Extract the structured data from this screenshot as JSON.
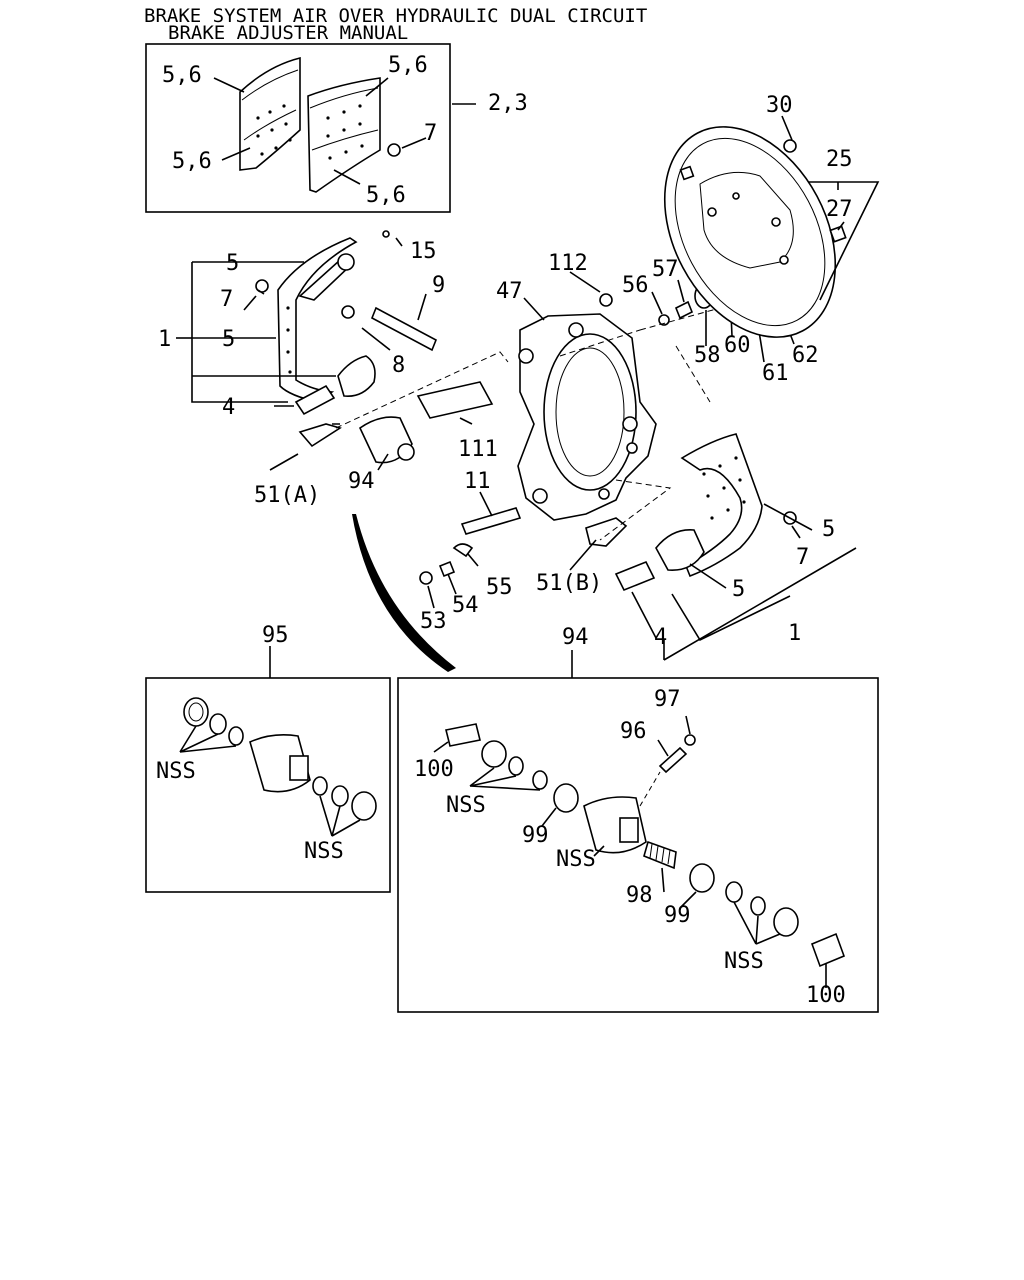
{
  "title": {
    "line1": "BRAKE SYSTEM AIR OVER HYDRAULIC DUAL CIRCUIT",
    "line2": "BRAKE ADJUSTER MANUAL"
  },
  "labels": {
    "inset_top": {
      "l56_a": "5,6",
      "l56_b": "5,6",
      "l56_c": "5,6",
      "l56_d": "5,6",
      "l7": "7",
      "l23": "2,3"
    },
    "left_shoe": {
      "l5_top": "5",
      "l15": "15",
      "l7": "7",
      "l9": "9",
      "l1": "1",
      "l5_mid": "5",
      "l8": "8",
      "l4": "4",
      "l111": "111",
      "l94": "94",
      "l51a": "51(A)"
    },
    "center": {
      "l112": "112",
      "l47": "47",
      "l56": "56",
      "l57": "57",
      "l58": "58",
      "l60": "60",
      "l61": "61",
      "l62": "62",
      "l11": "11",
      "l51b": "51(B)",
      "l55": "55",
      "l54": "54",
      "l53": "53"
    },
    "backing_plate": {
      "l30": "30",
      "l25": "25",
      "l27": "27"
    },
    "right_shoe": {
      "l5_a": "5",
      "l7": "7",
      "l5_b": "5",
      "l4": "4",
      "l1": "1"
    },
    "inset95": {
      "ref": "95",
      "nss_a": "NSS",
      "nss_b": "NSS"
    },
    "inset94": {
      "ref": "94",
      "l97": "97",
      "l96": "96",
      "l100_a": "100",
      "nss_a": "NSS",
      "l99_a": "99",
      "nss_b": "NSS",
      "l98": "98",
      "l99_b": "99",
      "nss_c": "NSS",
      "l100_b": "100"
    }
  }
}
